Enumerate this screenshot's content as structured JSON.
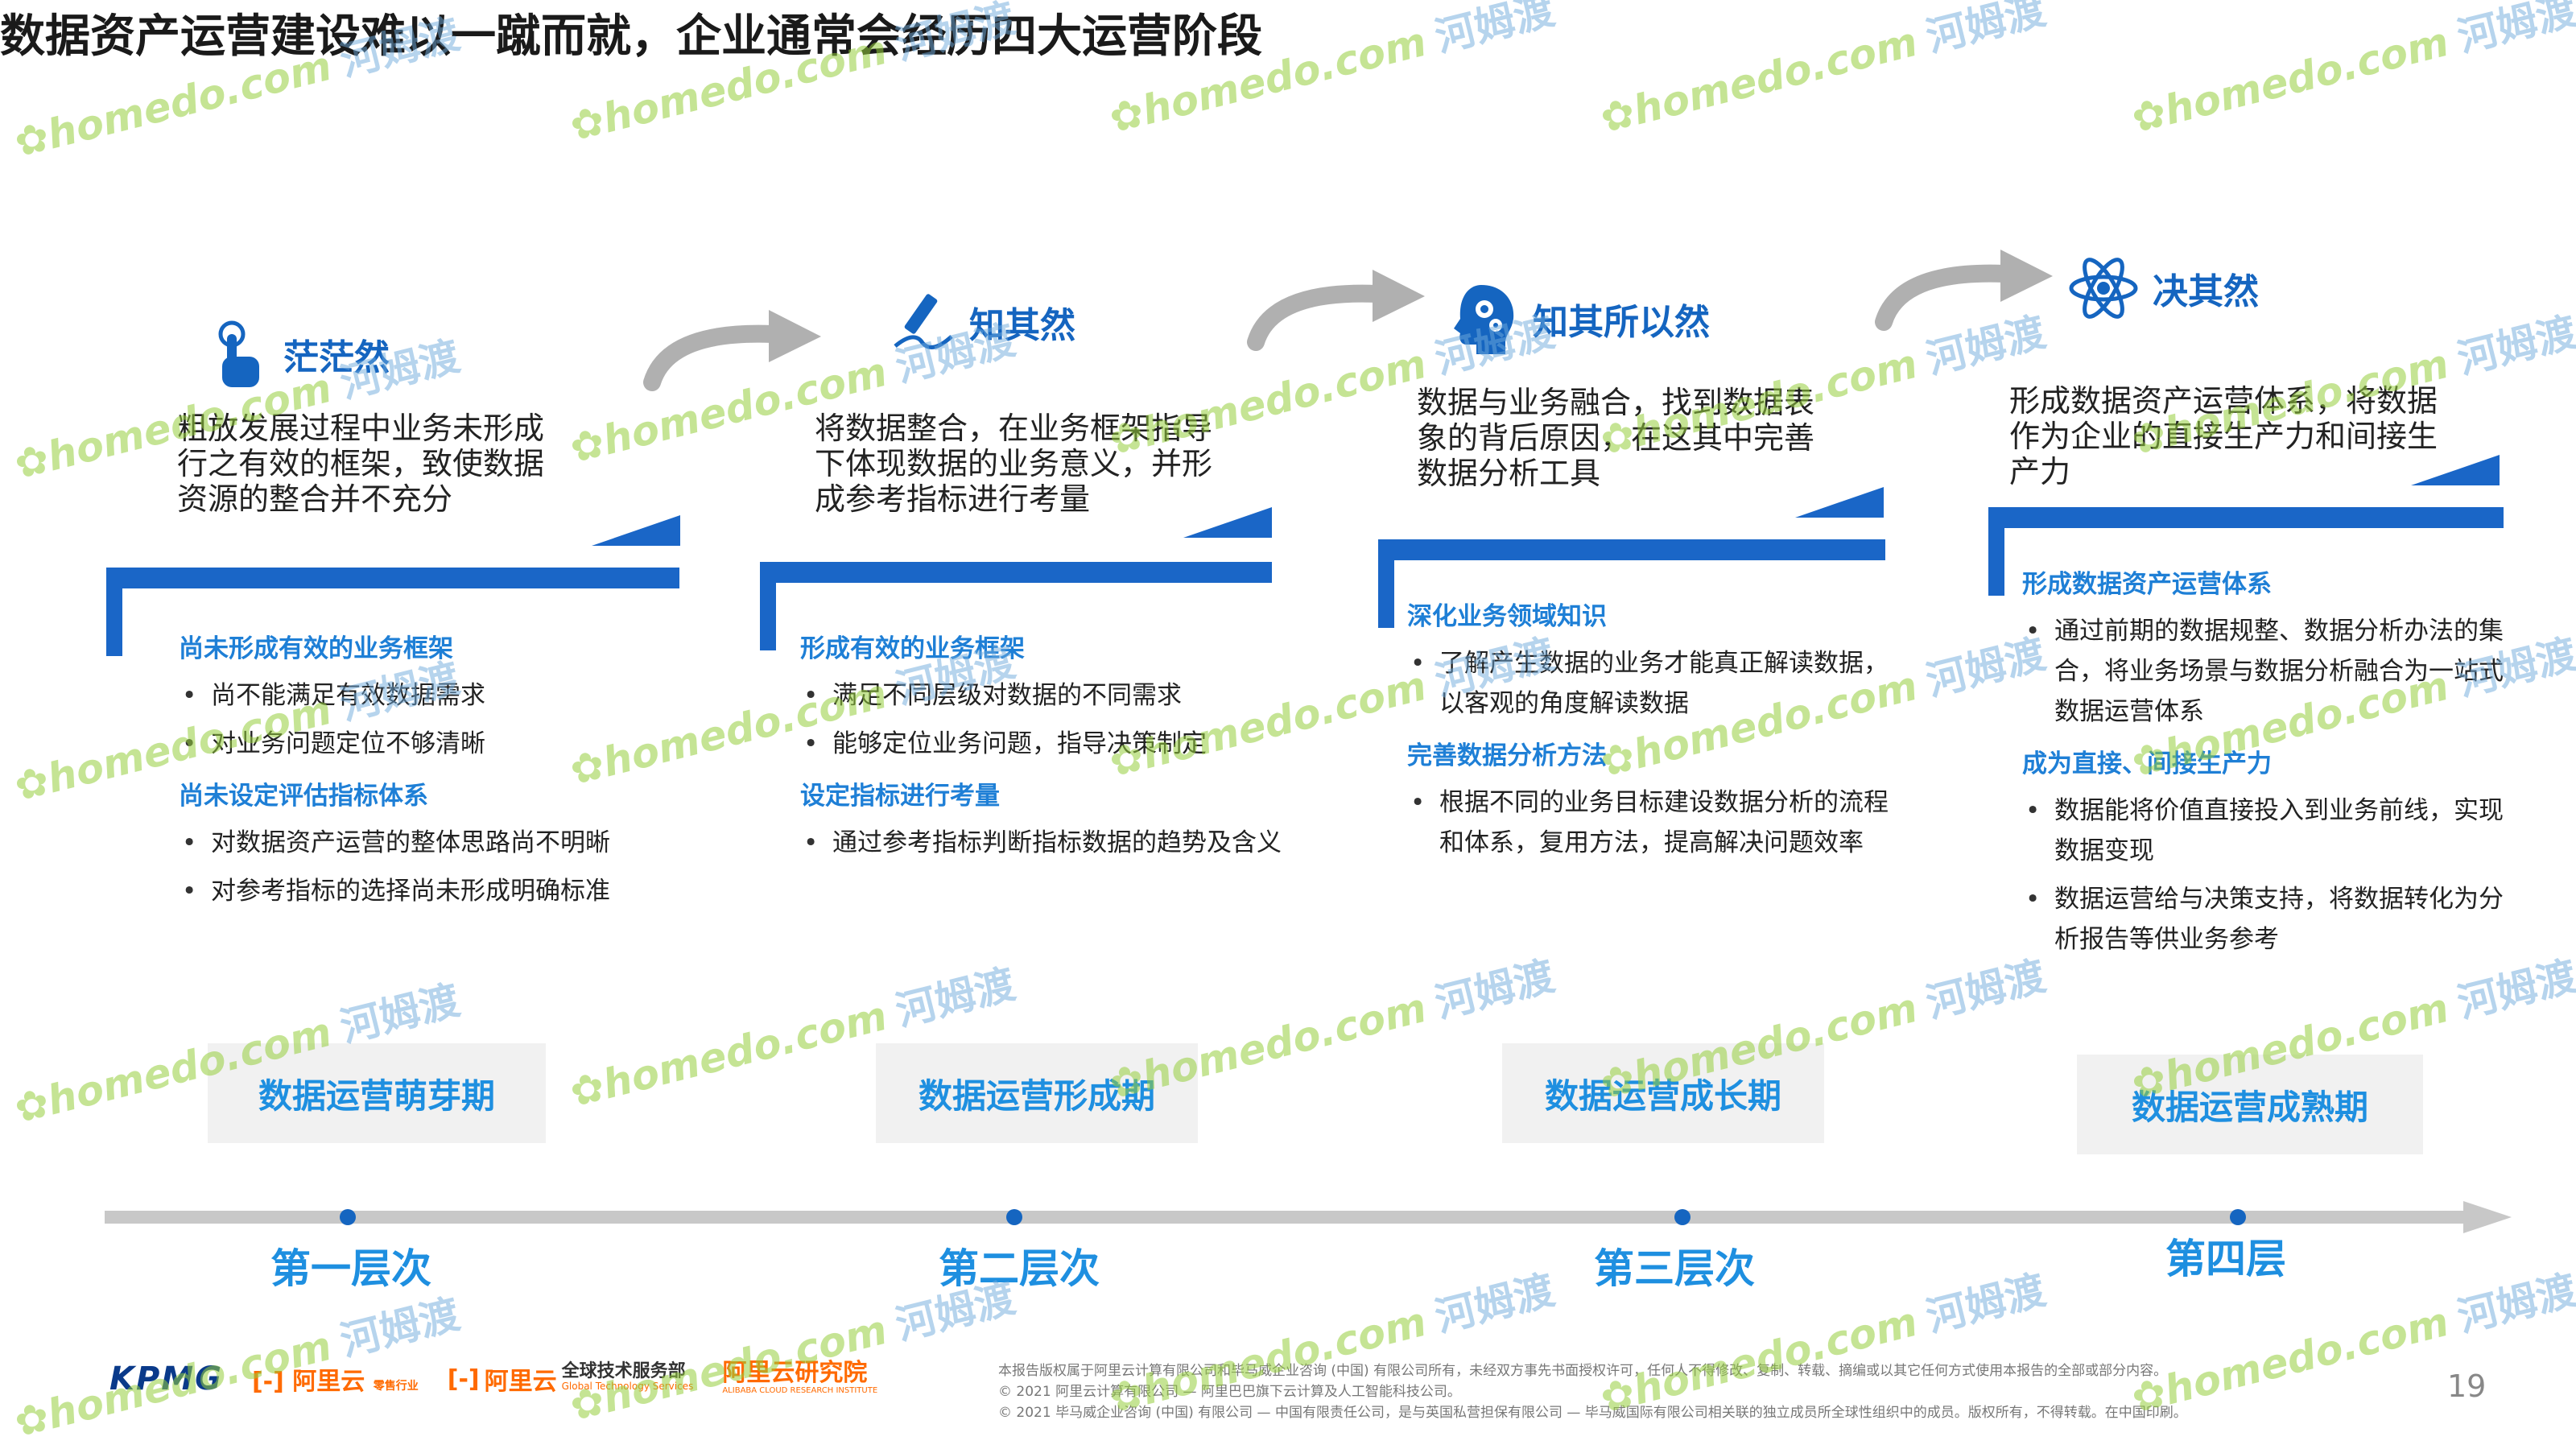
{
  "title": "数据资产运营建设难以一蹴而就，企业通常会经历四大运营阶段",
  "stages": [
    {
      "name": "茫茫然",
      "icon": "hand-pointer-icon",
      "desc": "粗放发展过程中业务未形成行之有效的框架，致使数据资源的整合并不充分",
      "groups": [
        {
          "heading": "尚未形成有效的业务框架",
          "items": [
            "尚不能满足有效数据需求",
            "对业务问题定位不够清晰"
          ]
        },
        {
          "heading": "尚未设定评估指标体系",
          "items": [
            "对数据资产运营的整体思路尚不明晰",
            "对参考指标的选择尚未形成明确标准"
          ]
        }
      ],
      "phase": "数据运营萌芽期",
      "level": "第一层次"
    },
    {
      "name": "知其然",
      "icon": "pen-icon",
      "desc": "将数据整合，在业务框架指导下体现数据的业务意义，并形成参考指标进行考量",
      "groups": [
        {
          "heading": "形成有效的业务框架",
          "items": [
            "满足不同层级对数据的不同需求",
            "能够定位业务问题，指导决策制定"
          ]
        },
        {
          "heading": "设定指标进行考量",
          "items": [
            "通过参考指标判断指标数据的趋势及含义"
          ]
        }
      ],
      "phase": "数据运营形成期",
      "level": "第二层次"
    },
    {
      "name": "知其所以然",
      "icon": "brain-gears-icon",
      "desc": "数据与业务融合，找到数据表象的背后原因，在这其中完善数据分析工具",
      "groups": [
        {
          "heading": "深化业务领域知识",
          "items": [
            "了解产生数据的业务才能真正解读数据，以客观的角度解读数据"
          ]
        },
        {
          "heading": "完善数据分析方法",
          "items": [
            "根据不同的业务目标建设数据分析的流程和体系，复用方法，提高解决问题效率"
          ]
        }
      ],
      "phase": "数据运营成长期",
      "level": "第三层次"
    },
    {
      "name": "决其然",
      "icon": "atom-icon",
      "desc": "形成数据资产运营体系，将数据作为企业的直接生产力和间接生产力",
      "groups": [
        {
          "heading": "形成数据资产运营体系",
          "items": [
            "通过前期的数据规整、数据分析办法的集合，将业务场景与数据分析融合为一站式数据运营体系"
          ]
        },
        {
          "heading": "成为直接、间接生产力",
          "items": [
            "数据能将价值直接投入到业务前线，实现数据变现",
            "数据运营给与决策支持，将数据转化为分析报告等供业务参考"
          ]
        }
      ],
      "phase": "数据运营成熟期",
      "level": "第四层"
    }
  ],
  "footer": {
    "logo_kpmg": "KPMG",
    "logo_aliyun_retail": "阿里云",
    "logo_aliyun_retail_sub": "零售行业",
    "logo_aliyun_tech": "阿里云",
    "logo_aliyun_tech_label": "全球技术服务部",
    "logo_aliyun_tech_sub": "Global Technology Services",
    "logo_research": "阿里云研究院",
    "logo_research_sub": "ALIBABA CLOUD RESEARCH INSTITUTE",
    "line1": "本报告版权属于阿里云计算有限公司和毕马威企业咨询 (中国) 有限公司所有，未经双方事先书面授权许可，任何人不得修改、复制、转载、摘编或以其它任何方式使用本报告的全部或部分内容。",
    "line2": "© 2021 阿里云计算有限公司 — 阿里巴巴旗下云计算及人工智能科技公司。",
    "line3": "© 2021 毕马威企业咨询 (中国) 有限公司 — 中国有限责任公司，是与英国私营担保有限公司 — 毕马威国际有限公司相关联的独立成员所全球性组织中的成员。版权所有，不得转载。在中国印刷。",
    "page_number": "19"
  },
  "watermark": {
    "text": "homedo.com",
    "cn": "河姆渡"
  },
  "colors": {
    "accent": "#1565c0",
    "light_accent": "#1e8fe0",
    "timeline": "#c8c8c8",
    "phase_bg": "#f1f1f1"
  }
}
